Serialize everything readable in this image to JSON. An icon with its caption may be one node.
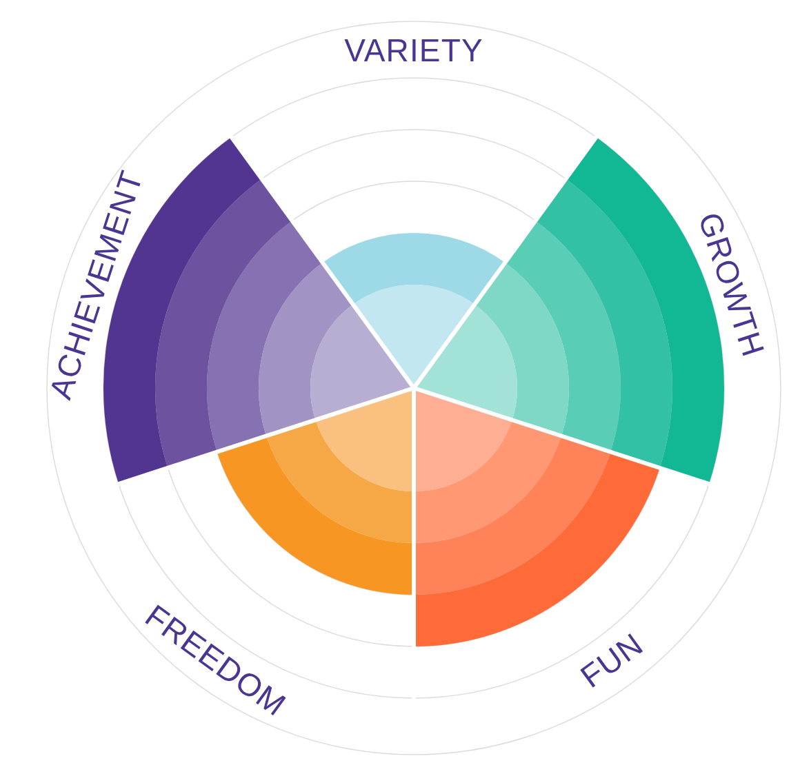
{
  "diagram": {
    "labels": [
      "VARIETY",
      "ACHIEVEMENT",
      "GROWTH",
      "FREEDOM",
      "FUN"
    ]
  }
}
